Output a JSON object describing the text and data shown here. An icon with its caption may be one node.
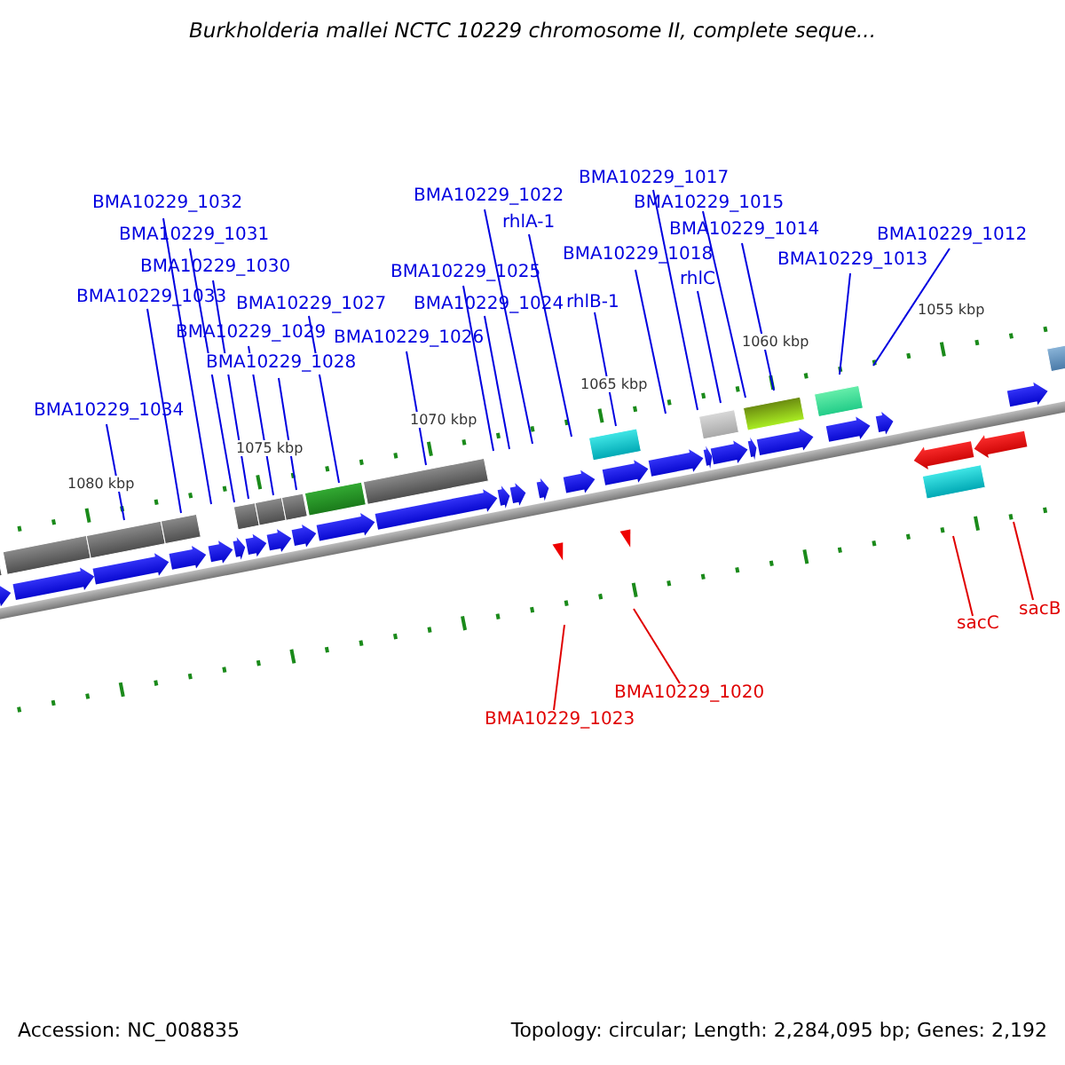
{
  "diagram": {
    "title": "Burkholderia mallei NCTC 10229 chromosome II, complete seque...",
    "nodes": [
      {
        "text": [
          "BMA10229_1017"
        ]
      },
      {
        "text": [
          "BMA10229_1022"
        ]
      },
      {
        "text": [
          "BMA10229_1032"
        ]
      },
      {
        "text": [
          "BMA10229_1015"
        ]
      },
      {
        "text": [
          "rhlA-1"
        ]
      },
      {
        "text": [
          "BMA10229_1014"
        ]
      },
      {
        "text": [
          "BMA10229_1031"
        ]
      },
      {
        "text": [
          "BMA10229_1012"
        ]
      },
      {
        "text": [
          "BMA10229_1018"
        ]
      },
      {
        "text": [
          "BMA10229_1013"
        ]
      },
      {
        "text": [
          "BMA10229_1030"
        ]
      },
      {
        "text": [
          "BMA10229_1025"
        ]
      },
      {
        "text": [
          "rhlC"
        ]
      },
      {
        "text": [
          "BMA10229_1033"
        ]
      },
      {
        "text": [
          "rhlB-1"
        ]
      },
      {
        "text": [
          "BMA10229_1027"
        ]
      },
      {
        "text": [
          "BMA10229_1024"
        ]
      },
      {
        "text": [
          "BMA10229_1029"
        ]
      },
      {
        "text": [
          "BMA10229_1026"
        ]
      },
      {
        "text": [
          "BMA10229_1028"
        ]
      },
      {
        "text": [
          "BMA10229_1034"
        ]
      },
      {
        "text": [
          "sacB"
        ]
      },
      {
        "text": [
          "sacC"
        ]
      },
      {
        "text": [
          "BMA10229_1020"
        ]
      },
      {
        "text": [
          "BMA10229_1023"
        ]
      }
    ],
    "edges": [
      {
        "from": 0,
        "to": null,
        "arrow": "none"
      },
      {
        "from": 1,
        "to": null,
        "arrow": "none"
      },
      {
        "from": 2,
        "to": null,
        "arrow": "none"
      },
      {
        "from": 3,
        "to": null,
        "arrow": "none"
      },
      {
        "from": 4,
        "to": null,
        "arrow": "none"
      },
      {
        "from": 5,
        "to": null,
        "arrow": "none"
      },
      {
        "from": 6,
        "to": null,
        "arrow": "none"
      },
      {
        "from": 7,
        "to": null,
        "arrow": "none"
      },
      {
        "from": 8,
        "to": null,
        "arrow": "none"
      },
      {
        "from": 9,
        "to": null,
        "arrow": "none"
      },
      {
        "from": 10,
        "to": null,
        "arrow": "none"
      },
      {
        "from": 11,
        "to": null,
        "arrow": "none"
      },
      {
        "from": 12,
        "to": null,
        "arrow": "none"
      },
      {
        "from": 13,
        "to": null,
        "arrow": "none"
      },
      {
        "from": 14,
        "to": null,
        "arrow": "none"
      },
      {
        "from": 15,
        "to": null,
        "arrow": "none"
      },
      {
        "from": 16,
        "to": null,
        "arrow": "none"
      },
      {
        "from": 17,
        "to": null,
        "arrow": "none"
      },
      {
        "from": 18,
        "to": null,
        "arrow": "none"
      },
      {
        "from": 19,
        "to": null,
        "arrow": "none"
      },
      {
        "from": 20,
        "to": null,
        "arrow": "none"
      },
      {
        "from": 21,
        "to": null,
        "arrow": "none",
        "color": "#e00000"
      },
      {
        "from": 22,
        "to": null,
        "arrow": "none",
        "color": "#e00000"
      },
      {
        "from": 23,
        "to": null,
        "arrow": "none",
        "color": "#e00000"
      },
      {
        "from": 24,
        "to": null,
        "arrow": "none",
        "color": "#e00000"
      }
    ],
    "labels": [
      "1055 kbp",
      "1060 kbp",
      "1065 kbp",
      "1070 kbp",
      "1075 kbp",
      "1080 kbp",
      "Accession: NC_008835",
      "Topology: circular; Length: 2,284,095 bp; Genes: 2,192"
    ]
  }
}
